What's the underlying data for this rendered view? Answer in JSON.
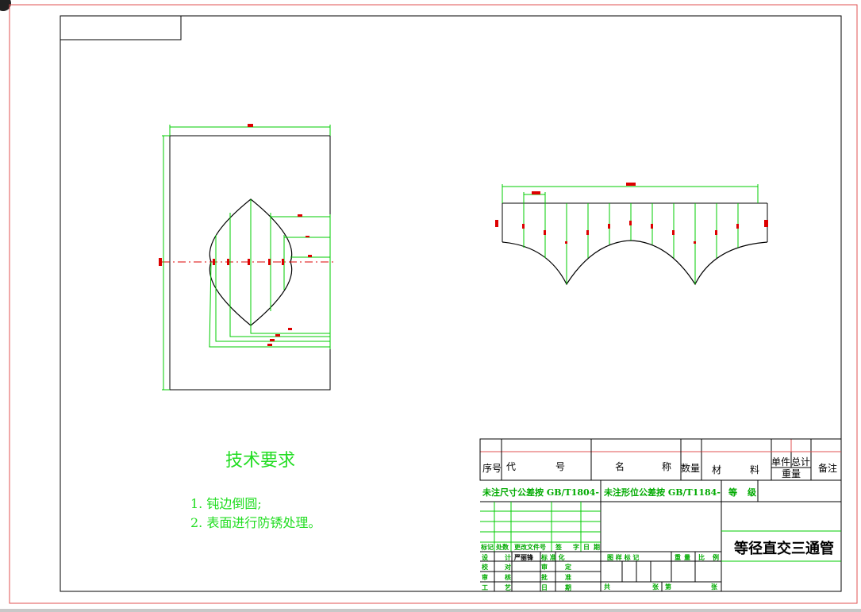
{
  "drawing": {
    "part_name": "等径直交三通管",
    "tech_requirements": {
      "title": "技术要求",
      "items": [
        "1. 钝边倒圆;",
        "2. 表面进行防锈处理。"
      ]
    }
  },
  "title_block": {
    "bom_header": {
      "seq": "序号",
      "code_1": "代",
      "code_2": "号",
      "name_1": "名",
      "name_2": "称",
      "qty": "数量",
      "mat_1": "材",
      "mat_2": "料",
      "unit_weight": "单件",
      "total_weight": "总计",
      "weight": "重量",
      "remarks": "备注"
    },
    "tolerance_size": "未注尺寸公差按 GB/T1804-",
    "tolerance_form": "未注形位公差按 GB/T1184-",
    "grade_1": "等",
    "grade_2": "级",
    "rev_cols": [
      "标记",
      "处数",
      "更改文件号",
      "签",
      "字",
      "日",
      "期"
    ],
    "roles": [
      "设",
      "计",
      "校",
      "对",
      "审",
      "核",
      "工",
      "艺"
    ],
    "sign_labels": [
      "标 准 化",
      "审",
      "定",
      "批",
      "准",
      "日",
      "期"
    ],
    "standardization": "严丽锋",
    "stage_labels": [
      "图 样 标 记",
      "重",
      "量",
      "比",
      "例"
    ],
    "sheet_labels": [
      "共",
      "张",
      "第",
      "张"
    ]
  },
  "colors": {
    "border": "#e05050",
    "outline": "#000000",
    "dimension": "#00cc00",
    "marker": "#dd0000",
    "text_green": "#22dd22"
  }
}
